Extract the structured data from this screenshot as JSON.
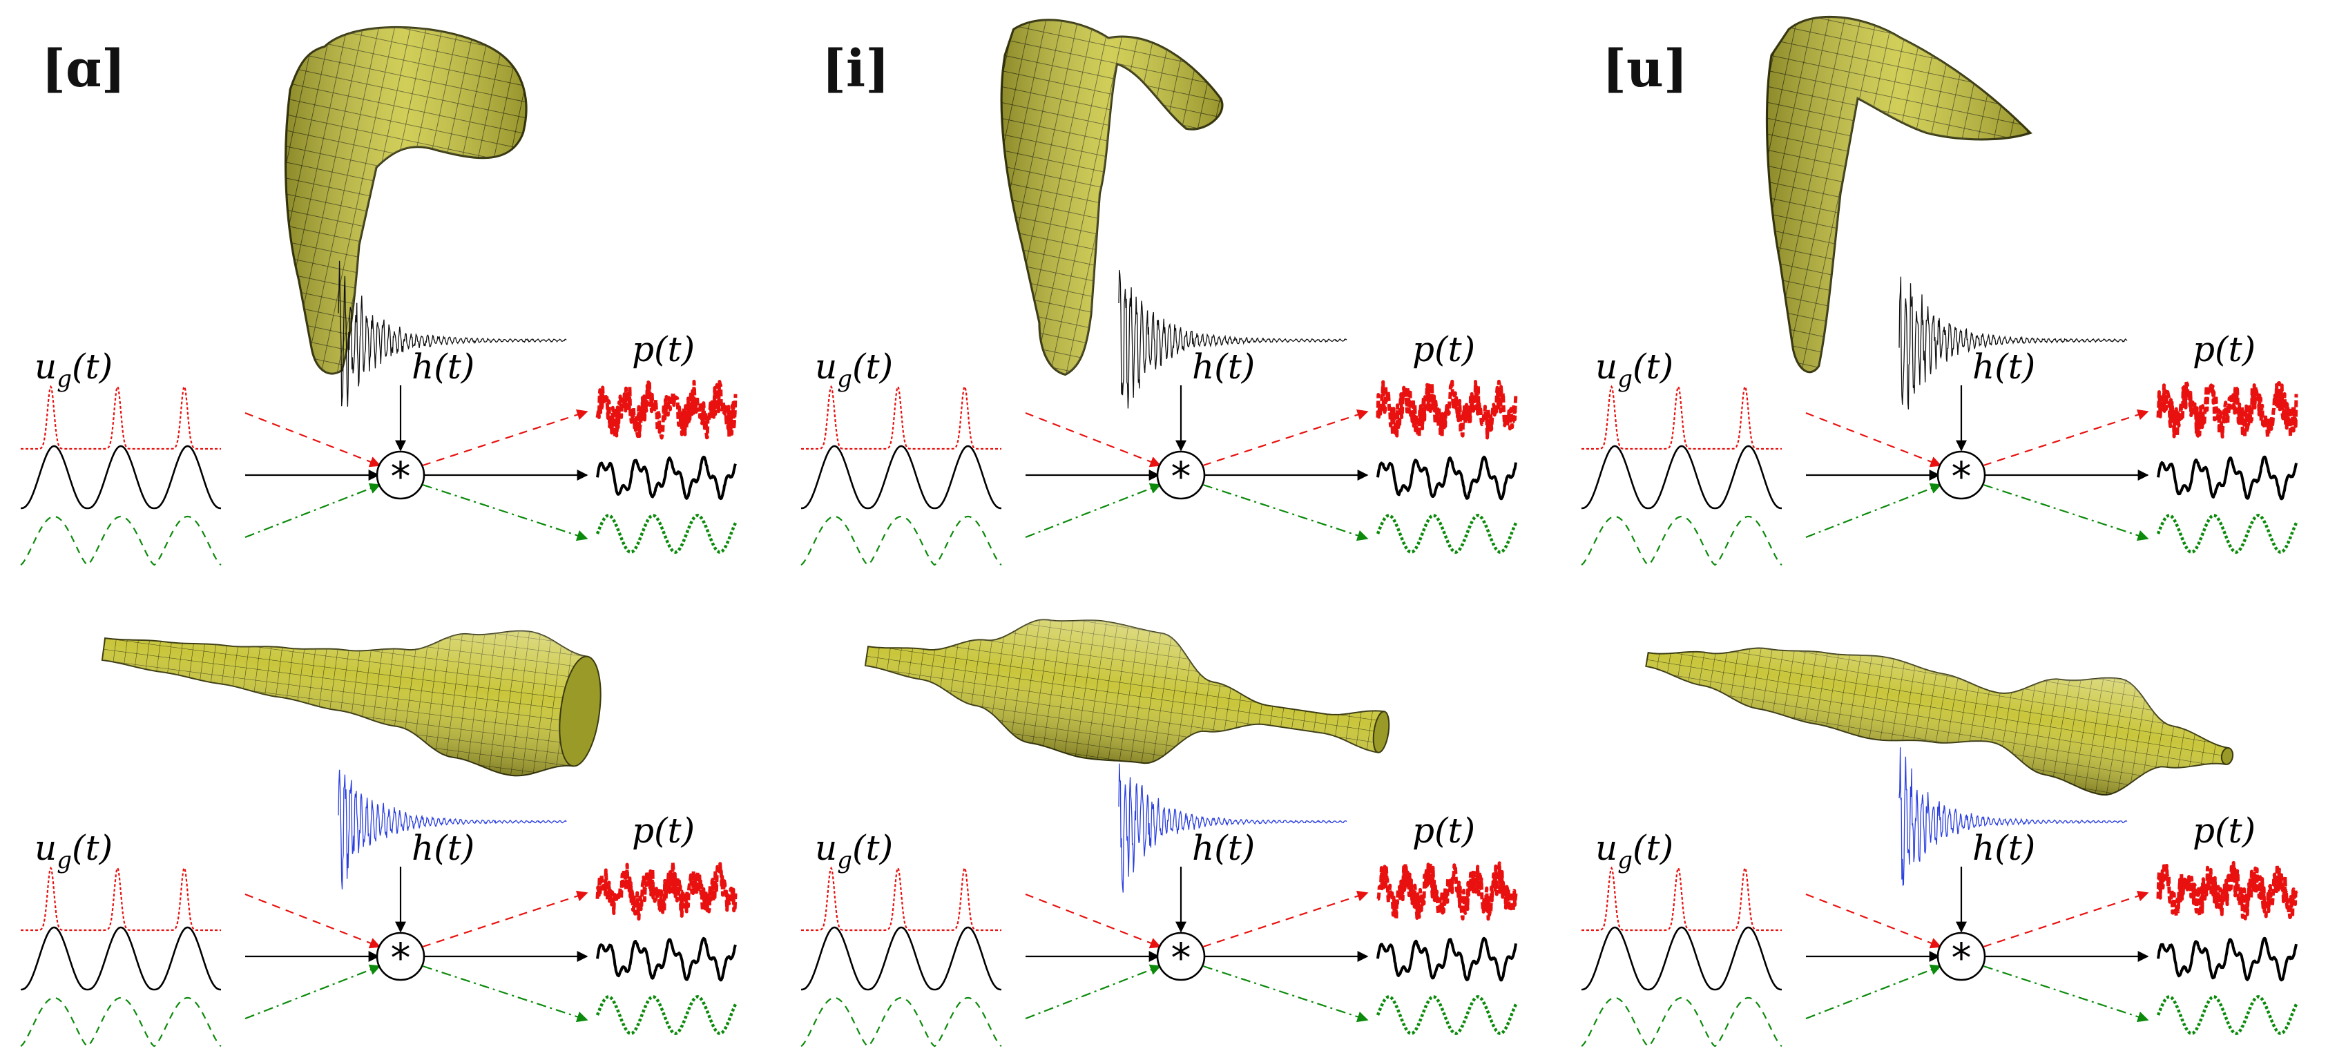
{
  "colors": {
    "red": "#e8110f",
    "black": "#000000",
    "green": "#0b8a0b",
    "blue": "#2a3fe0",
    "mesh_fill": "#c9c63c",
    "mesh_edge": "#3a3a10"
  },
  "icons": {
    "convolution": "asterisk-in-circle-icon",
    "mri_tract": "vocal-tract-mesh-icon",
    "tube_tract": "tube-mesh-icon"
  },
  "columns": [
    {
      "vowel_label": "[ɑ]"
    },
    {
      "vowel_label": "[i]"
    },
    {
      "vowel_label": "[u]"
    }
  ],
  "labels": {
    "input_main": "u",
    "input_sub": "g",
    "input_arg": "(t)",
    "impulse": "h(t)",
    "output": "p(t)",
    "operator": "*"
  }
}
